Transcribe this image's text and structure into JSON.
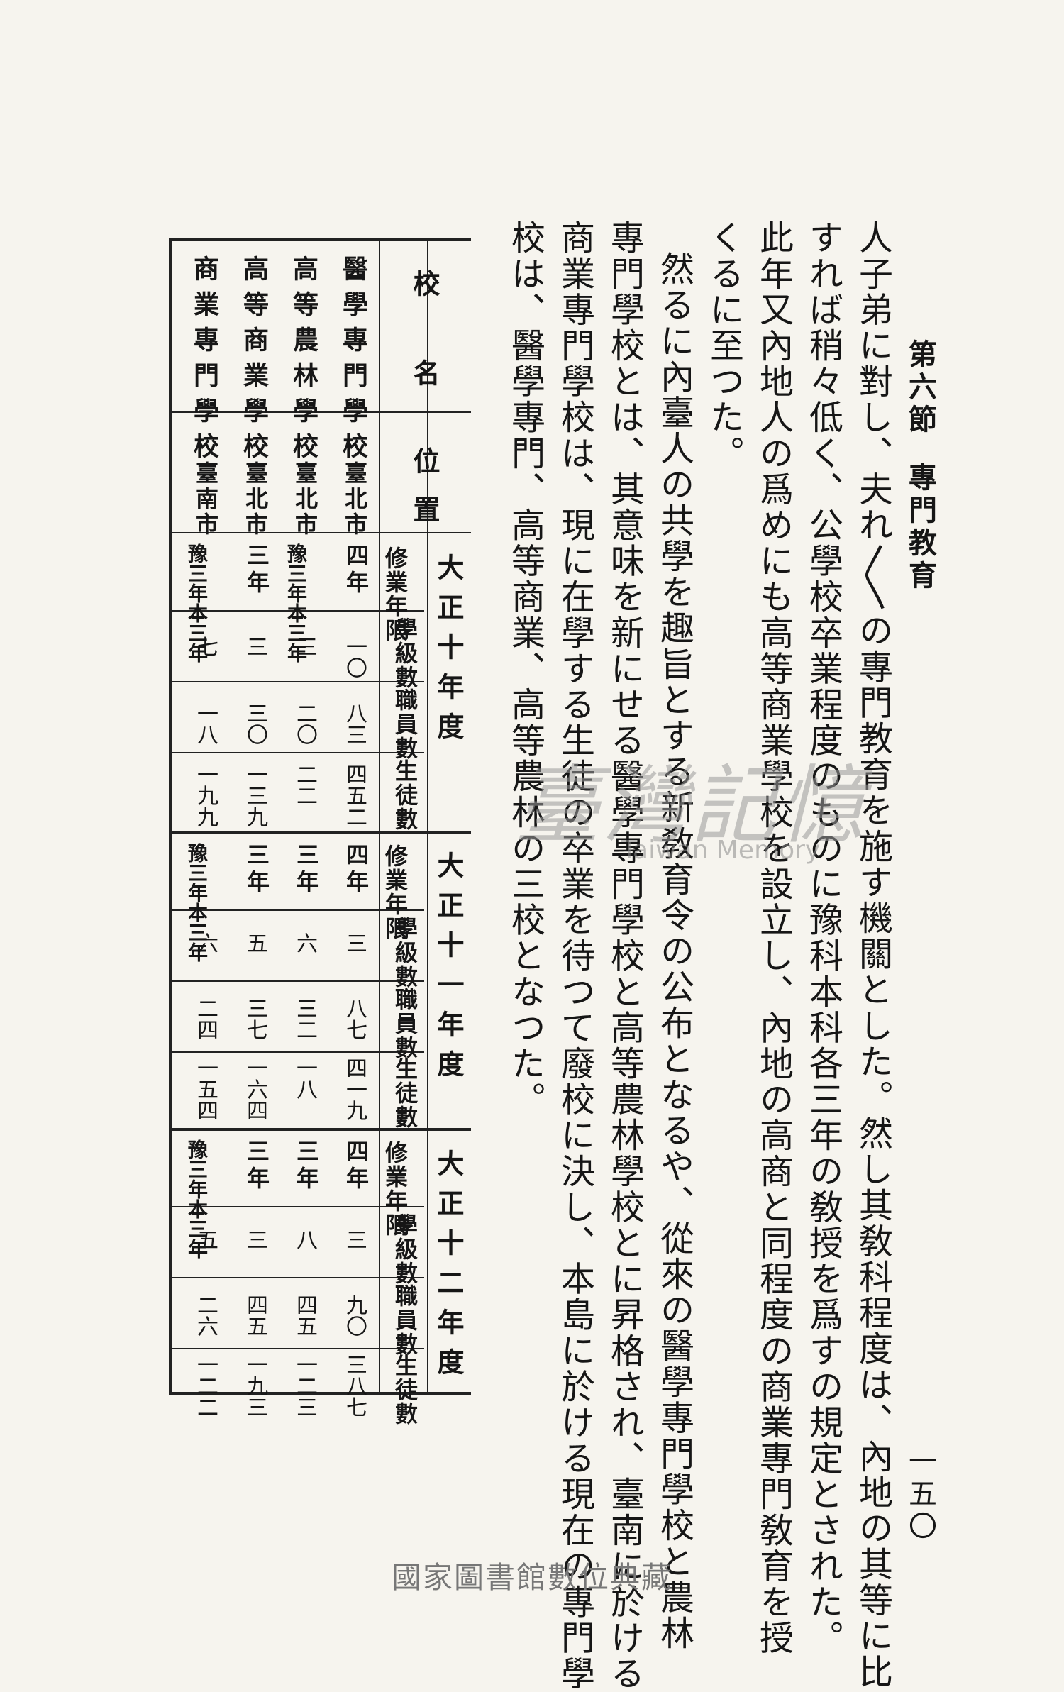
{
  "header": {
    "section": "第六節",
    "title": "專門教育",
    "page_number": "一五〇"
  },
  "body_lines": [
    "人子弟に對し、夫れ〱の專門教育を施す機關とした。然し其敎科程度は、內地の其等に比",
    "すれば稍々低く、公學校卒業程度のものに豫科本科各三年の敎授を爲すの規定とされた。",
    "此年又內地人の爲めにも高等商業學校を設立し、內地の高商と同程度の商業專門敎育を授",
    "くるに至つた。",
    "然るに內臺人の共學を趣旨とする新敎育令の公布となるや、從來の醫學專門學校と農林",
    "專門學校とは、其意味を新にせる醫學專門學校と高等農林學校とに昇格され、臺南に於ける",
    "商業專門學校は、現に在學する生徒の卒業を待つて廢校に決し、本島に於ける現在の專門學",
    "校は、醫學專門、高等商業、高等農林の三校となつた。"
  ],
  "table": {
    "col_school": "校名",
    "col_location": "位置",
    "years": [
      {
        "title": "大正十年度",
        "sub": [
          "修業年限",
          "學級數",
          "職員數",
          "生徒數"
        ],
        "rows": [
          {
            "term": "四年",
            "classes": "一〇",
            "staff": "八三",
            "students": "四五二"
          },
          {
            "term": "豫三年本三年",
            "classes": "三",
            "staff": "二〇",
            "students": "二二"
          },
          {
            "term": "三年",
            "classes": "三",
            "staff": "三〇",
            "students": "一三九"
          },
          {
            "term": "豫三年本三年",
            "classes": "七",
            "staff": "一八",
            "students": "一九九"
          }
        ]
      },
      {
        "title": "大正十一年度",
        "sub": [
          "修業年限",
          "學級數",
          "職員數",
          "生徒數"
        ],
        "rows": [
          {
            "term": "四年",
            "classes": "三",
            "staff": "八七",
            "students": "四一九"
          },
          {
            "term": "三年",
            "classes": "六",
            "staff": "三二",
            "students": "一八"
          },
          {
            "term": "三年",
            "classes": "五",
            "staff": "三七",
            "students": "一六四"
          },
          {
            "term": "豫三年本三年",
            "classes": "六",
            "staff": "二四",
            "students": "一五四"
          }
        ]
      },
      {
        "title": "大正十二年度",
        "sub": [
          "修業年限",
          "學級數",
          "職員數",
          "生徒數"
        ],
        "rows": [
          {
            "term": "四年",
            "classes": "三",
            "staff": "九〇",
            "students": "三八七"
          },
          {
            "term": "三年",
            "classes": "八",
            "staff": "四五",
            "students": "一二三"
          },
          {
            "term": "三年",
            "classes": "三",
            "staff": "四五",
            "students": "一九三"
          },
          {
            "term": "豫三年本三年",
            "classes": "五",
            "staff": "二六",
            "students": "一二二"
          }
        ]
      }
    ],
    "schools": [
      {
        "name": "醫學專門學校",
        "location": "臺北市"
      },
      {
        "name": "高等農林學校",
        "location": "臺北市"
      },
      {
        "name": "高等商業學校",
        "location": "臺北市"
      },
      {
        "name": "商業專門學校",
        "location": "臺南市"
      }
    ]
  },
  "watermark": {
    "chars": "臺灣記憶",
    "sub": "Taiwan Memory"
  },
  "footer": {
    "credit": "國家圖書館數位典藏"
  }
}
